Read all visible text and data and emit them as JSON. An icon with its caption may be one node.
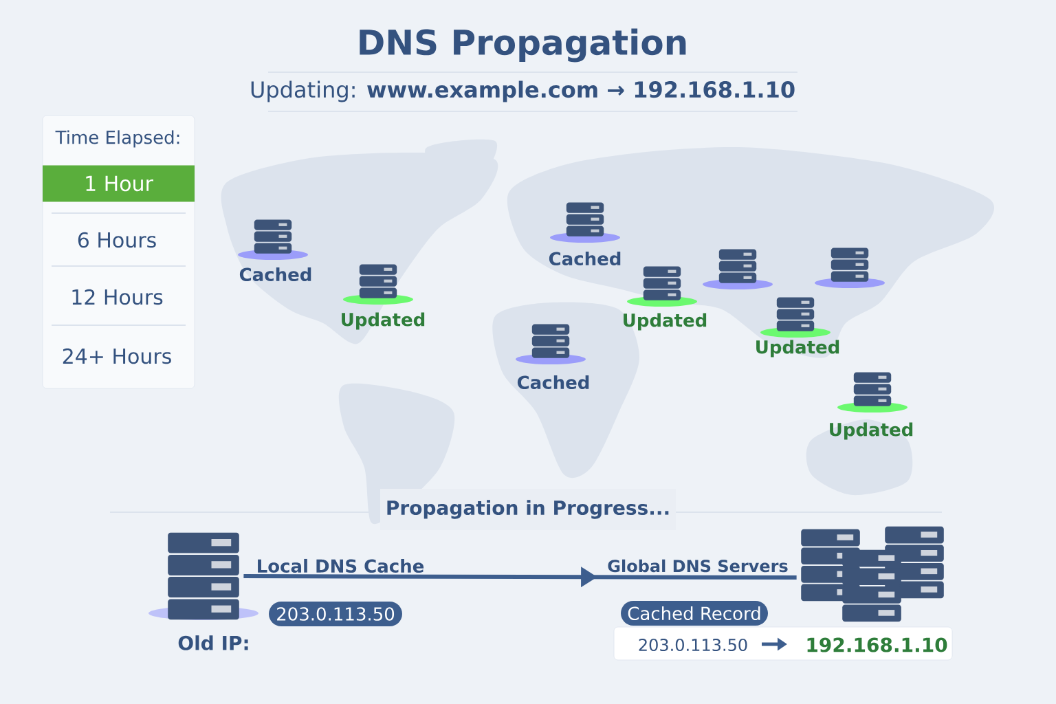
{
  "diagram": {
    "title": "DNS Propagation",
    "nodes": [
      {
        "text": [
          "Time Elapsed:"
        ]
      },
      {
        "text": [
          "1 Hour"
        ],
        "in": 0
      },
      {
        "text": [
          "6 Hours"
        ],
        "in": 0
      },
      {
        "text": [
          "12 Hours"
        ],
        "in": 0
      },
      {
        "text": [
          "24+ Hours"
        ],
        "in": 0
      },
      {
        "text": [
          "Cached"
        ]
      },
      {
        "text": [
          "Updated"
        ]
      },
      {
        "text": [
          "Cached"
        ]
      },
      {
        "text": [
          "Updated"
        ]
      },
      {
        "text": [],
        "shape": "box"
      },
      {
        "text": [],
        "shape": "box"
      },
      {
        "text": [
          "Updated"
        ]
      },
      {
        "text": [
          "Cached"
        ]
      },
      {
        "text": [
          "Updated"
        ]
      },
      {
        "text": [
          "Propagation in Progress..."
        ]
      },
      {
        "text": [],
        "shape": "box",
        "beside": [
          "Old IP:"
        ]
      },
      {
        "text": [],
        "shape": "box",
        "beside": [
          "Global DNS Servers"
        ]
      },
      {
        "text": [
          "203.0.113.50"
        ]
      },
      {
        "text": [
          "Cached Record"
        ]
      },
      {
        "text": [
          "203.0.113.50",
          "192.168.1.10"
        ]
      }
    ],
    "edges": [
      {
        "from": 15,
        "to": 16,
        "arrow": "to",
        "label": "Local DNS Cache"
      }
    ],
    "labels": [
      "Updating: **www.example.com → 192.168.1.10**"
    ]
  }
}
